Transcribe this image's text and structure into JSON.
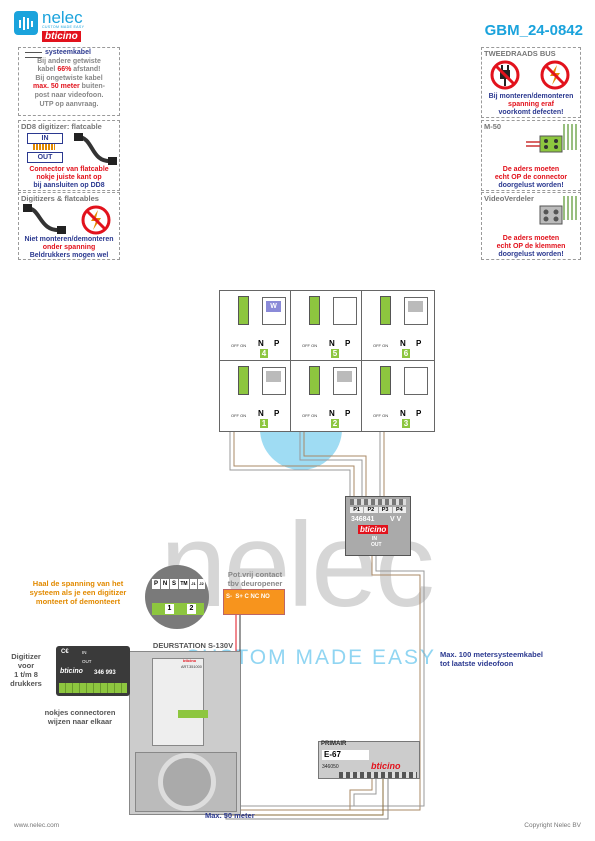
{
  "brand": {
    "name": "nelec",
    "tagline": "CUSTOM MADE EASY",
    "partner": "bticino",
    "color": "#1ba3dc",
    "red": "#e2121c"
  },
  "title": "GBM_24-0842",
  "footer": {
    "left": "www.nelec.com",
    "right": "Copyright Nelec BV"
  },
  "notes": {
    "cable": {
      "l1": "systeemkabel",
      "l2": "Bij andere getwiste",
      "l3a": "kabel ",
      "l3b": "66%",
      "l3c": " afstand!",
      "l4": "Bij ongetwiste kabel",
      "l5a": "max. 50 meter",
      "l5b": " buiten-",
      "l6": "post naar videofoon.",
      "l7": "UTP op aanvraag."
    },
    "dd8": {
      "title": "DD8 digitizer: flatcable",
      "in": "IN",
      "out": "OUT",
      "l1": "Connector van flatcable",
      "l2": "nokje juiste kant op",
      "l3": "bij aansluiten op DD8"
    },
    "digitizers": {
      "title": "Digitizers & flatcables",
      "l1": "Niet monteren/demonteren",
      "l2": "onder spanning",
      "l3": "Beldrukkers mogen wel"
    },
    "bus": {
      "title": "TWEEDRAADS BUS",
      "l1": "Bij monteren/demonteren",
      "l2": "spanning eraf",
      "l3": "voorkomt defecten!"
    },
    "m50": {
      "title": "M-50",
      "l1": "De aders moeten",
      "l2": "echt OP de connector",
      "l3": "doorgelust worden!"
    },
    "vv": {
      "title": "VideoVerdeler",
      "l1": "De aders moeten",
      "l2": "echt OP de klemmen",
      "l3": "doorgelust worden!"
    }
  },
  "units": [
    {
      "number": "4",
      "off_on": "OFF ON"
    },
    {
      "number": "5",
      "off_on": "OFF ON"
    },
    {
      "number": "6",
      "off_on": "OFF ON"
    },
    {
      "number": "1",
      "off_on": "OFF ON"
    },
    {
      "number": "2",
      "off_on": "OFF ON"
    },
    {
      "number": "3",
      "off_on": "OFF ON"
    }
  ],
  "unit_labels": {
    "n": "N",
    "p": "P",
    "monitor": "W"
  },
  "distributor": {
    "model": "346841",
    "vv": "V V",
    "ports": [
      "P1",
      "P2",
      "P3",
      "P4"
    ],
    "in": "IN",
    "out": "OUT"
  },
  "supply_note": {
    "l1": "Haal de spanning van het",
    "l2": "systeem als je een digitizer",
    "l3": "monteert of demonteert"
  },
  "terminal": {
    "labels": [
      "P",
      "N",
      "S",
      "TM",
      "J1",
      "J2"
    ],
    "n1": "1",
    "n2": "2"
  },
  "relay": {
    "title1": "Pot.vrij contact",
    "title2": "tbv deuropener",
    "terms": "S-  S+ C NC NO"
  },
  "door": {
    "title": "DEURSTATION S-130V",
    "model": "ART.351000"
  },
  "digitizer": {
    "l1": "Digitizer",
    "l2": "voor",
    "l3": "1 t/m 8",
    "l4": "drukkers",
    "model": "346 993",
    "in": "IN",
    "out": "OUT"
  },
  "nokjes": {
    "l1": "nokjes connectoren",
    "l2": "wijzen naar elkaar"
  },
  "supply": {
    "primair": "PRIMAIR",
    "model": "E-67",
    "code": "346050"
  },
  "max100": {
    "l1": "Max. 100 metersysteemkabel",
    "l2": "tot laatste videofoon"
  },
  "max50": "Max. 50 meter"
}
